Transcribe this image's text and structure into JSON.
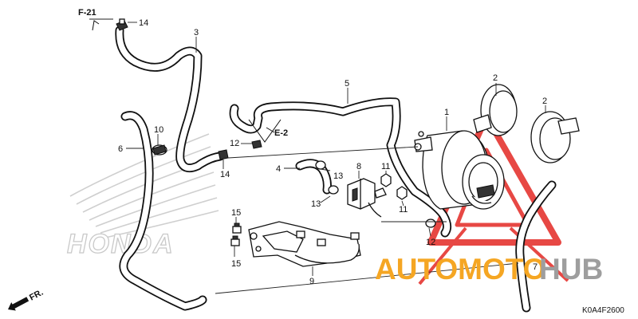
{
  "diagram": {
    "callouts": {
      "c1": "1",
      "c2a": "2",
      "c2b": "2",
      "c3": "3",
      "c4": "4",
      "c5": "5",
      "c6": "6",
      "c7": "7",
      "c8": "8",
      "c9": "9",
      "c10": "10",
      "c11a": "11",
      "c11b": "11",
      "c12a": "12",
      "c12b": "12",
      "c13a": "13",
      "c13b": "13",
      "c14a": "14",
      "c14b": "14",
      "c15a": "15",
      "c15b": "15"
    },
    "refs": {
      "f21": "F-21",
      "e2": "E-2"
    },
    "direction_label": "FR.",
    "diagram_code": "K0A4F2600"
  },
  "background_logo": {
    "text": "HONDA"
  },
  "watermark": {
    "part1": "AUTOMOTO",
    "part2": "HUB",
    "color_orange": "#f5a623",
    "color_red": "#e53935",
    "color_gray": "#9e9e9e"
  }
}
